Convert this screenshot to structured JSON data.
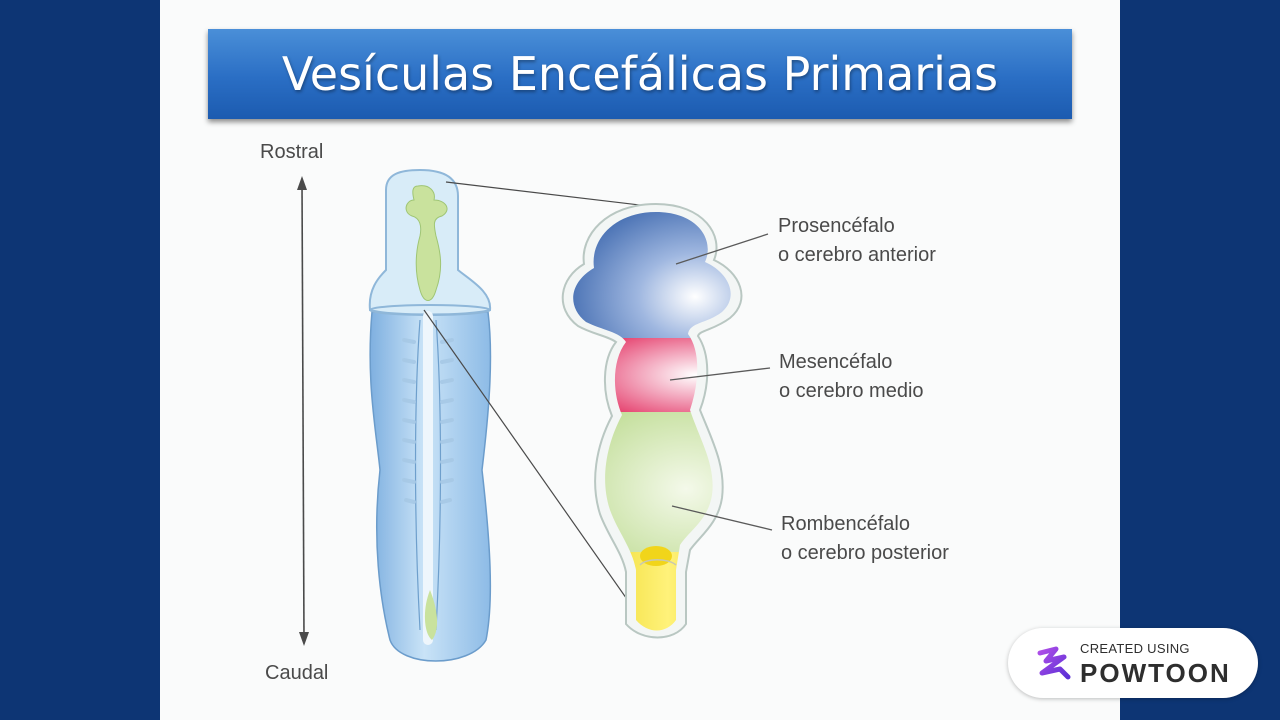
{
  "slide": {
    "title": "Vesículas Encefálicas Primarias"
  },
  "diagram": {
    "axis": {
      "top_label": "Rostral",
      "bottom_label": "Caudal"
    },
    "regions": [
      {
        "line1": "Prosencéfalo",
        "line2": "o cerebro anterior",
        "color": "#1f4f9e"
      },
      {
        "line1": "Mesencéfalo",
        "line2": "o cerebro medio",
        "color": "#e0184e"
      },
      {
        "line1": "Rombencéfalo",
        "line2": "o cerebro posterior",
        "color": "#b9d98a"
      }
    ],
    "neural_tube_color": "#e6cf10",
    "embryo_color": "#9cc6ea"
  },
  "badge": {
    "line1": "CREATED USING",
    "line2": "POWTOON",
    "icon": "powtoon-logo-icon",
    "color": "#7b3fe4"
  }
}
